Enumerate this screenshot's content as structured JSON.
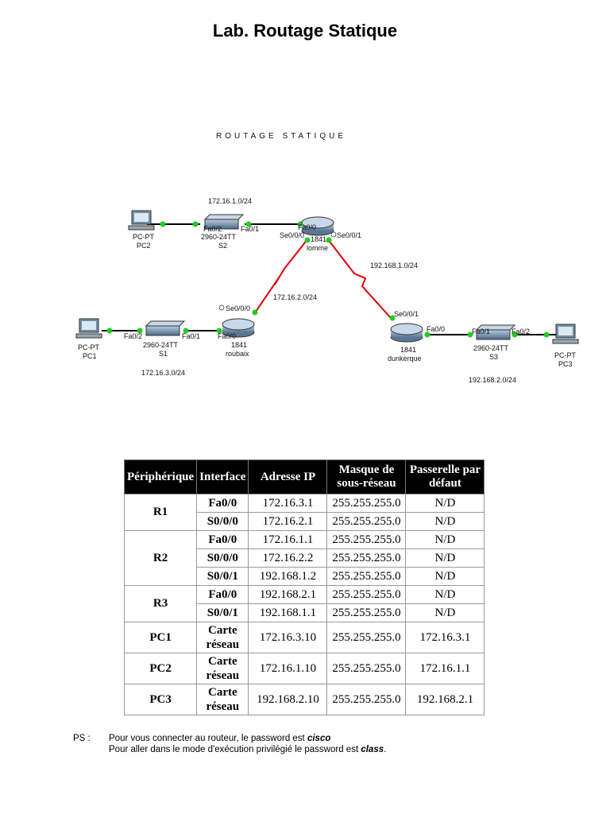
{
  "title": "Lab. Routage Statique",
  "diagram": {
    "title": "ROUTAGE STATIQUE",
    "networks": {
      "top": "172.16.1.0/24",
      "left_serial": "172.16.2.0/24",
      "right_serial": "192.168.1.0/24",
      "left_lan": "172.16.3.0/24",
      "right_lan": "192.168.2.0/24"
    },
    "devices": {
      "pc2": {
        "type": "PC-PT",
        "name": "PC2"
      },
      "pc1": {
        "type": "PC-PT",
        "name": "PC1"
      },
      "pc3": {
        "type": "PC-PT",
        "name": "PC3"
      },
      "s2": {
        "type": "2960-24TT",
        "name": "S2"
      },
      "s1": {
        "type": "2960-24TT",
        "name": "S1"
      },
      "s3": {
        "type": "2960-24TT",
        "name": "S3"
      },
      "lomme": {
        "type": "1841",
        "name": "lomme"
      },
      "roubaix": {
        "type": "1841",
        "name": "roubaix"
      },
      "dunkerque": {
        "type": "1841",
        "name": "dunkerque"
      }
    },
    "ports": {
      "s2_fa02": "Fa0/2",
      "s2_fa01": "Fa0/1",
      "lomme_fa00": "Fa0/0",
      "lomme_se000": "Se0/0/0",
      "lomme_se001": "Se0/0/1",
      "roubaix_se000": "Se0/0/0",
      "roubaix_fa00": "Fa0/0",
      "s1_fa02": "Fa0/2",
      "s1_fa01": "Fa0/1",
      "dunk_se001": "Se0/0/1",
      "dunk_fa00": "Fa0/0",
      "s3_fa01": "Fa0/1",
      "s3_fa02": "Fa0/2"
    }
  },
  "table": {
    "headers": {
      "device": "Périphérique",
      "interface": "Interface",
      "ip": "Adresse IP",
      "mask_l1": "Masque de",
      "mask_l2": "sous-réseau",
      "gw_l1": "Passerelle par",
      "gw_l2": "défaut"
    },
    "rows": [
      {
        "device": "R1",
        "interface": "Fa0/0",
        "ip": "172.16.3.1",
        "mask": "255.255.255.0",
        "gw": "N/D"
      },
      {
        "interface": "S0/0/0",
        "ip": "172.16.2.1",
        "mask": "255.255.255.0",
        "gw": "N/D"
      },
      {
        "device": "R2",
        "interface": "Fa0/0",
        "ip": "172.16.1.1",
        "mask": "255.255.255.0",
        "gw": "N/D"
      },
      {
        "interface": "S0/0/0",
        "ip": "172.16.2.2",
        "mask": "255.255.255.0",
        "gw": "N/D"
      },
      {
        "interface": "S0/0/1",
        "ip": "192.168.1.2",
        "mask": "255.255.255.0",
        "gw": "N/D"
      },
      {
        "device": "R3",
        "interface": "Fa0/0",
        "ip": "192.168.2.1",
        "mask": "255.255.255.0",
        "gw": "N/D"
      },
      {
        "interface": "S0/0/1",
        "ip": "192.168.1.1",
        "mask": "255.255.255.0",
        "gw": "N/D"
      },
      {
        "device": "PC1",
        "interface_l1": "Carte",
        "interface_l2": "réseau",
        "ip": "172.16.3.10",
        "mask": "255.255.255.0",
        "gw": "172.16.3.1"
      },
      {
        "device": "PC2",
        "interface_l1": "Carte",
        "interface_l2": "réseau",
        "ip": "172.16.1.10",
        "mask": "255.255.255.0",
        "gw": "172.16.1.1"
      },
      {
        "device": "PC3",
        "interface_l1": "Carte",
        "interface_l2": "réseau",
        "ip": "192.168.2.10",
        "mask": "255.255.255.0",
        "gw": "192.168.2.1"
      }
    ]
  },
  "ps": {
    "label": "PS :",
    "line1_text": "Pour vous connecter au routeur, le password est ",
    "line1_value": "cisco",
    "line2_text": "Pour aller dans le mode d'exécution privilégié le password est ",
    "line2_value": "class",
    "line2_end": "."
  }
}
